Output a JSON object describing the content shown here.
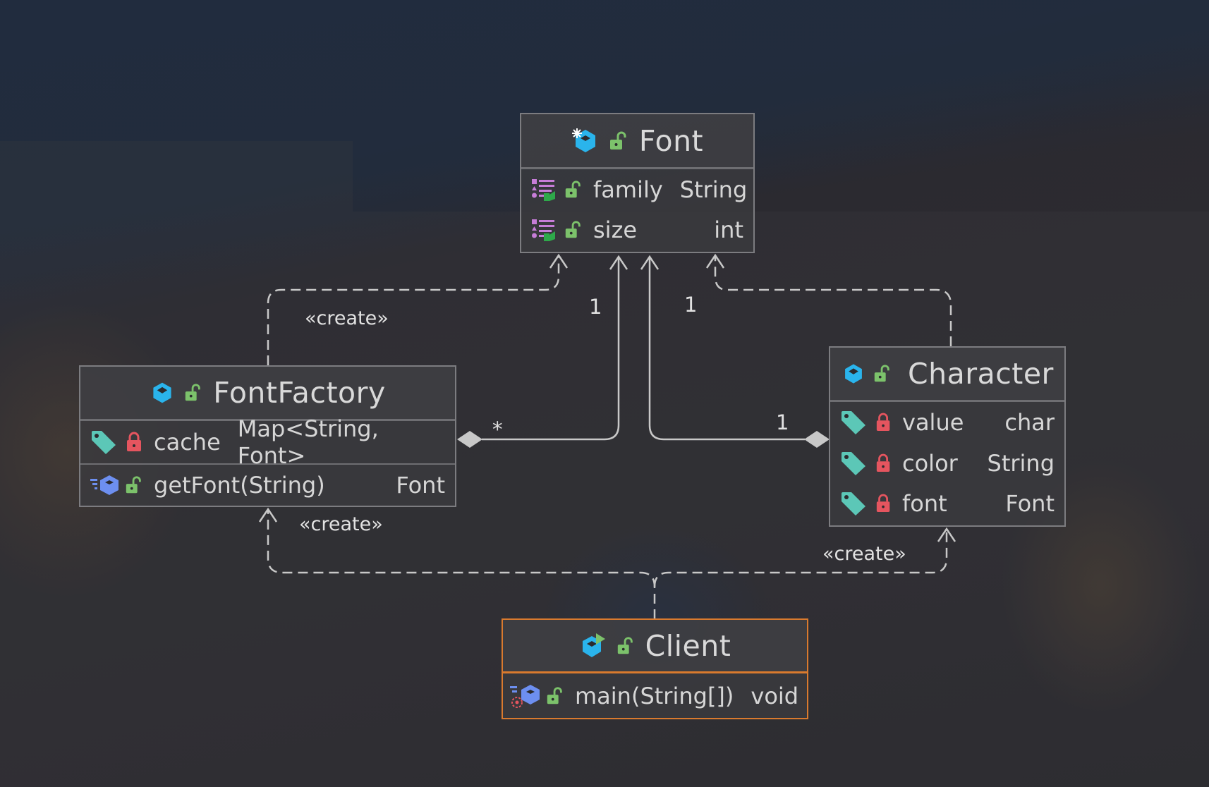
{
  "diagram": {
    "type": "UML class diagram",
    "pattern": "Flyweight",
    "colors": {
      "class_icon": "#2ab4ec",
      "public_lock": "#7cc26b",
      "private_lock": "#e5555f",
      "field_tag": "#5cc7b7",
      "method_icon": "#6d8ff0",
      "property_icon": "#c77dd8",
      "client_border": "#d97a2e",
      "edge": "#c8c8c8"
    }
  },
  "classes": {
    "font": {
      "name": "Font",
      "kind": "record-class",
      "visibility": "public",
      "members": [
        {
          "kind": "property",
          "visibility": "public",
          "name": "family",
          "type": "String"
        },
        {
          "kind": "property",
          "visibility": "public",
          "name": "size",
          "type": "int"
        }
      ]
    },
    "fontFactory": {
      "name": "FontFactory",
      "kind": "class",
      "visibility": "public",
      "fields": [
        {
          "kind": "field",
          "visibility": "private",
          "name": "cache",
          "type": "Map<String, Font>"
        }
      ],
      "methods": [
        {
          "kind": "method",
          "visibility": "public",
          "name": "getFont(String)",
          "type": "Font"
        }
      ]
    },
    "character": {
      "name": "Character",
      "kind": "class",
      "visibility": "public",
      "fields": [
        {
          "kind": "field",
          "visibility": "private",
          "name": "value",
          "type": "char"
        },
        {
          "kind": "field",
          "visibility": "private",
          "name": "color",
          "type": "String"
        },
        {
          "kind": "field",
          "visibility": "private",
          "name": "font",
          "type": "Font"
        }
      ]
    },
    "client": {
      "name": "Client",
      "kind": "main-class",
      "visibility": "public",
      "selected": true,
      "methods": [
        {
          "kind": "static-method",
          "visibility": "public",
          "name": "main(String[])",
          "type": "void"
        }
      ]
    }
  },
  "relations": [
    {
      "from": "FontFactory",
      "to": "Font",
      "type": "dependency",
      "stereotype": "«create»"
    },
    {
      "from": "FontFactory",
      "to": "Font",
      "type": "aggregation",
      "source_multiplicity": "*",
      "target_multiplicity": "1"
    },
    {
      "from": "Character",
      "to": "Font",
      "type": "aggregation",
      "source_multiplicity": "1",
      "target_multiplicity": "1"
    },
    {
      "from": "Character",
      "to": "Font",
      "type": "dependency",
      "stereotype": ""
    },
    {
      "from": "Client",
      "to": "FontFactory",
      "type": "dependency",
      "stereotype": "«create»"
    },
    {
      "from": "Client",
      "to": "Character",
      "type": "dependency",
      "stereotype": "«create»"
    }
  ],
  "labels": {
    "create_factory_font": "«create»",
    "create_client_factory": "«create»",
    "create_client_character": "«create»",
    "mult_factory_star": "*",
    "mult_factory_font_one": "1",
    "mult_character_font_one": "1",
    "mult_character_one": "1"
  }
}
